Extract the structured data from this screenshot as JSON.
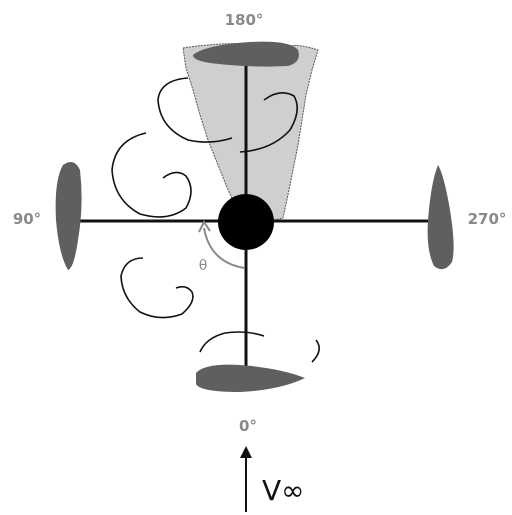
{
  "labels": {
    "angle_top": "180°",
    "angle_left": "90°",
    "angle_right": "270°",
    "angle_bottom": "0°",
    "theta": "θ",
    "freestream": "V∞"
  },
  "colors": {
    "blade": "#5f5f5f",
    "wake": "#cfcfcf",
    "hub": "#000000",
    "arms": "#111111",
    "vortex": "#111111",
    "label_gray": "#8a8a8a"
  }
}
